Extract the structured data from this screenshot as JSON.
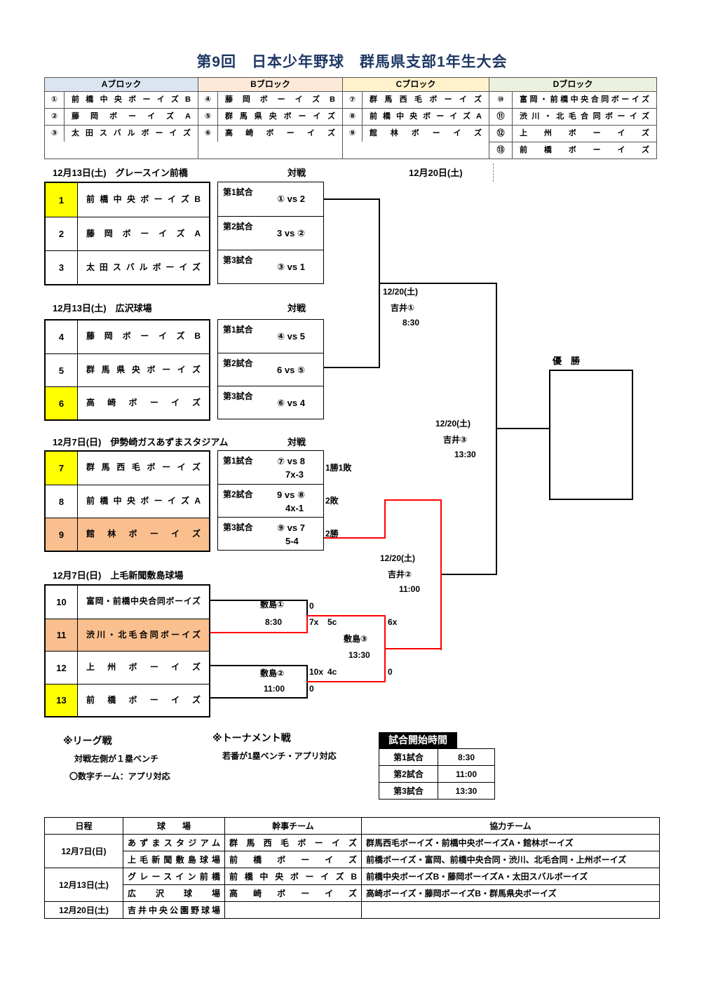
{
  "title": "第9回　日本少年野球　群馬県支部1年生大会",
  "round2_label": "12月20日(土)",
  "vs_label": "対戦",
  "colors": {
    "block_a": "#DBE5F1",
    "block_b": "#FDE9D9",
    "block_c": "#FFF2CC",
    "block_d": "#EBF1DE",
    "highlight_yellow": "#FFFF00",
    "highlight_orange": "#FABF8F",
    "winner_line": "#FF0000"
  },
  "blocks": [
    {
      "label": "Aブロック",
      "teams": [
        {
          "no": "①",
          "name": "前橋中央ボーイズB"
        },
        {
          "no": "②",
          "name": "藤岡ボーイズA"
        },
        {
          "no": "③",
          "name": "太田スバルボーイズ"
        }
      ]
    },
    {
      "label": "Bブロック",
      "teams": [
        {
          "no": "④",
          "name": "藤岡ボーイズB"
        },
        {
          "no": "⑤",
          "name": "群馬県央ボーイズ"
        },
        {
          "no": "⑥",
          "name": "高崎ボーイズ"
        }
      ]
    },
    {
      "label": "Cブロック",
      "teams": [
        {
          "no": "⑦",
          "name": "群馬西毛ボーイズ"
        },
        {
          "no": "⑧",
          "name": "前橋中央ボーイズA"
        },
        {
          "no": "⑨",
          "name": "館林ボーイズ"
        }
      ]
    },
    {
      "label": "Dブロック",
      "teams": [
        {
          "no": "⑩",
          "name": "富岡・前橋中央合同ボーイズ"
        },
        {
          "no": "⑪",
          "name": "渋川・北毛合同ボーイズ"
        },
        {
          "no": "⑫",
          "name": "上州ボーイズ"
        },
        {
          "no": "⑬",
          "name": "前橋ボーイズ"
        }
      ]
    }
  ],
  "groups": [
    {
      "header": "12月13日(土)　グレースイン前橋",
      "teams": [
        {
          "no": "1",
          "name": "前橋中央ボーイズB",
          "highlight": "yellow"
        },
        {
          "no": "2",
          "name": "藤岡ボーイズA",
          "highlight": ""
        },
        {
          "no": "3",
          "name": "太田スバルボーイズ",
          "highlight": ""
        }
      ],
      "matches": [
        {
          "label": "第1試合",
          "pair": "① vs 2"
        },
        {
          "label": "第2試合",
          "pair": "3 vs ②"
        },
        {
          "label": "第3試合",
          "pair": "③ vs 1"
        }
      ]
    },
    {
      "header": "12月13日(土)　広沢球場",
      "teams": [
        {
          "no": "4",
          "name": "藤岡ボーイズB",
          "highlight": ""
        },
        {
          "no": "5",
          "name": "群馬県央ボーイズ",
          "highlight": ""
        },
        {
          "no": "6",
          "name": "高崎ボーイズ",
          "highlight": "yellow"
        }
      ],
      "matches": [
        {
          "label": "第1試合",
          "pair": "④ vs 5"
        },
        {
          "label": "第2試合",
          "pair": "6 vs ⑤"
        },
        {
          "label": "第3試合",
          "pair": "⑥ vs 4"
        }
      ]
    },
    {
      "header": "12月7日(日)　伊勢崎ガスあずまスタジアム",
      "teams": [
        {
          "no": "7",
          "name": "群馬西毛ボーイズ",
          "highlight": "yellow"
        },
        {
          "no": "8",
          "name": "前橋中央ボーイズA",
          "highlight": ""
        },
        {
          "no": "9",
          "name": "館林ボーイズ",
          "highlight": "orange"
        }
      ],
      "matches": [
        {
          "label": "第1試合",
          "pair": "⑦ vs 8",
          "score": "7x-3"
        },
        {
          "label": "第2試合",
          "pair": "9 vs ⑧",
          "score": "4x-1"
        },
        {
          "label": "第3試合",
          "pair": "⑨ vs 7",
          "score": "5-4"
        }
      ],
      "records": [
        "1勝1敗",
        "2敗",
        "2勝"
      ]
    },
    {
      "header": "12月7日(日)　上毛新聞敷島球場",
      "teams": [
        {
          "no": "10",
          "name": "富岡・前橋中央合同ボーイズ",
          "highlight": ""
        },
        {
          "no": "11",
          "name": "渋川・北毛合同ボーイズ",
          "highlight": "orange"
        },
        {
          "no": "12",
          "name": "上州ボーイズ",
          "highlight": ""
        },
        {
          "no": "13",
          "name": "前橋ボーイズ",
          "highlight": "yellow"
        }
      ]
    }
  ],
  "d_bracket": {
    "g1_name": "敷島①",
    "g1_time": "8:30",
    "g1_top": "0",
    "g1_s1": "7x",
    "g1_s2": "5c",
    "g2_name": "敷島②",
    "g2_time": "11:00",
    "g2_s1": "10x",
    "g2_s2": "4c",
    "g2_bottom": "0",
    "g3_name": "敷島③",
    "g3_time": "13:30",
    "g3_top": "6x",
    "g3_bottom": "0"
  },
  "finals": {
    "f1": {
      "date": "12/20(土)",
      "name": "吉井①",
      "time": "8:30"
    },
    "f2": {
      "date": "12/20(土)",
      "name": "吉井②",
      "time": "11:00"
    },
    "f3": {
      "date": "12/20(土)",
      "name": "吉井③",
      "time": "13:30"
    },
    "champion": "優　勝"
  },
  "legend": {
    "league_title": "※リーグ戦",
    "league_note1": "対戦左側が１塁ベンチ",
    "league_note2": "〇数字チーム：アプリ対応",
    "tourney_title": "※トーナメント戦",
    "tourney_note": "若番が1塁ベンチ・アプリ対応",
    "times_title": "試合開始時間",
    "times": [
      {
        "label": "第1試合",
        "time": "8:30"
      },
      {
        "label": "第2試合",
        "time": "11:00"
      },
      {
        "label": "第3試合",
        "time": "13:30"
      }
    ]
  },
  "schedule": {
    "headers": [
      "日程",
      "球　　場",
      "幹事チーム",
      "協力チーム"
    ],
    "rows": [
      {
        "date": "12月7日(日)",
        "venue": "あずまスタジアム",
        "lead": "群馬西毛ボーイズ",
        "support": "群馬西毛ボーイズ・前橋中央ボーイズA・館林ボーイズ"
      },
      {
        "date": "",
        "venue": "上毛新聞敷島球場",
        "lead": "前橋ボーイズ",
        "support": "前橋ボーイズ・富岡、前橋中央合同・渋川、北毛合同・上州ボーイズ"
      },
      {
        "date": "12月13日(土)",
        "venue": "グレースイン前橋",
        "lead": "前橋中央ボーイズB",
        "support": "前橋中央ボーイズB・藤岡ボーイズA・太田スバルボーイズ"
      },
      {
        "date": "",
        "venue": "広沢球場",
        "lead": "高崎ボーイズ",
        "support": "高崎ボーイズ・藤岡ボーイズB・群馬県央ボーイズ"
      },
      {
        "date": "12月20日(土)",
        "venue": "吉井中央公園野球場",
        "lead": "",
        "support": ""
      }
    ]
  }
}
